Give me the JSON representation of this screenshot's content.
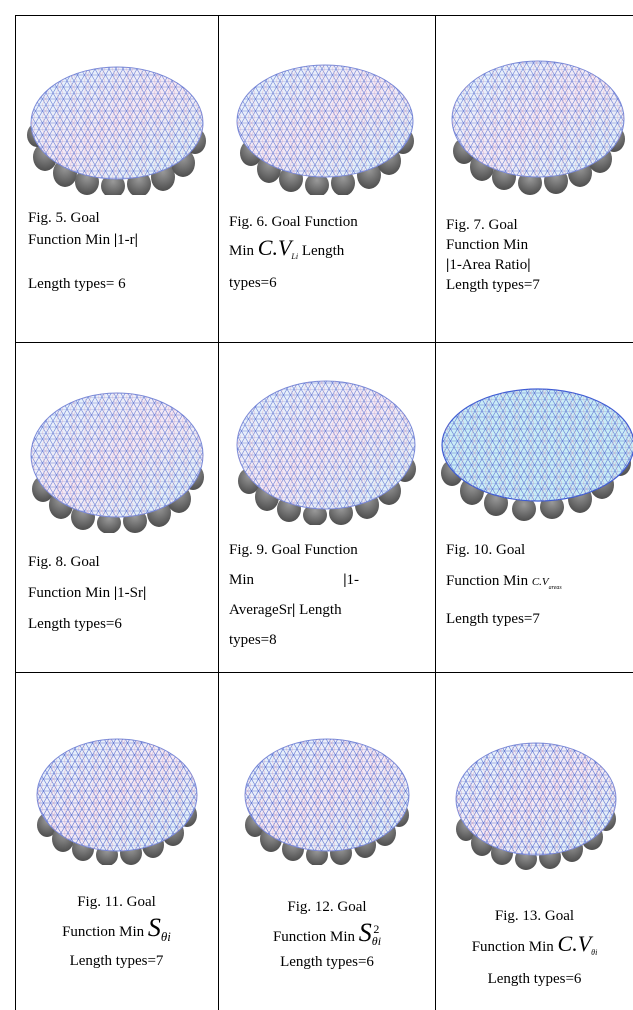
{
  "cells": [
    {
      "id": "fig5",
      "fig": "Fig. 5. Goal",
      "l2a": "Function Min ",
      "l2b": "|",
      "l2c": "1-r",
      "l2d": "|",
      "l3": "Length types= 6"
    },
    {
      "id": "fig6",
      "fig": "Fig. 6. Goal Function",
      "l2a": "Min ",
      "math": "C.V",
      "sub": "Li",
      "l2c": " Length",
      "l3": "types=6"
    },
    {
      "id": "fig7",
      "fig": "Fig. 7. Goal",
      "l2a": "Function Min",
      "l3b1": "|",
      "l3": "1-Area Ratio",
      "l3b2": "|",
      "l4": "Length types=7"
    },
    {
      "id": "fig8",
      "fig": "Fig. 8. Goal",
      "l2a": "Function Min ",
      "l2b": "|",
      "l2c": "1-Sr",
      "l2d": "|",
      "l3": "Length types=6"
    },
    {
      "id": "fig9",
      "fig": "Fig. 9. Goal Function",
      "l2a": "Min",
      "l2b": "|",
      "l2c": "1-",
      "l3": "AverageSr",
      "l3b": "|",
      "l3c": " Length",
      "l4": "types=8"
    },
    {
      "id": "fig10",
      "fig": "Fig. 10. Goal",
      "l2a": "Function Min ",
      "math": "C.V",
      "sub": "areas",
      "l3": "Length types=7"
    },
    {
      "id": "fig11",
      "fig": "Fig. 11. Goal",
      "l2a": "Function Min ",
      "math": "S",
      "sub": "θi",
      "l3": "Length types=7"
    },
    {
      "id": "fig12",
      "fig": "Fig. 12. Goal",
      "l2a": "Function Min ",
      "math": "S",
      "sup": "2",
      "sub": "θi",
      "l3": "Length types=6"
    },
    {
      "id": "fig13",
      "fig": "Fig. 13. Goal",
      "l2a": "Function Min ",
      "math": "C.V",
      "sub": "θi",
      "l3": "Length types=6"
    }
  ]
}
